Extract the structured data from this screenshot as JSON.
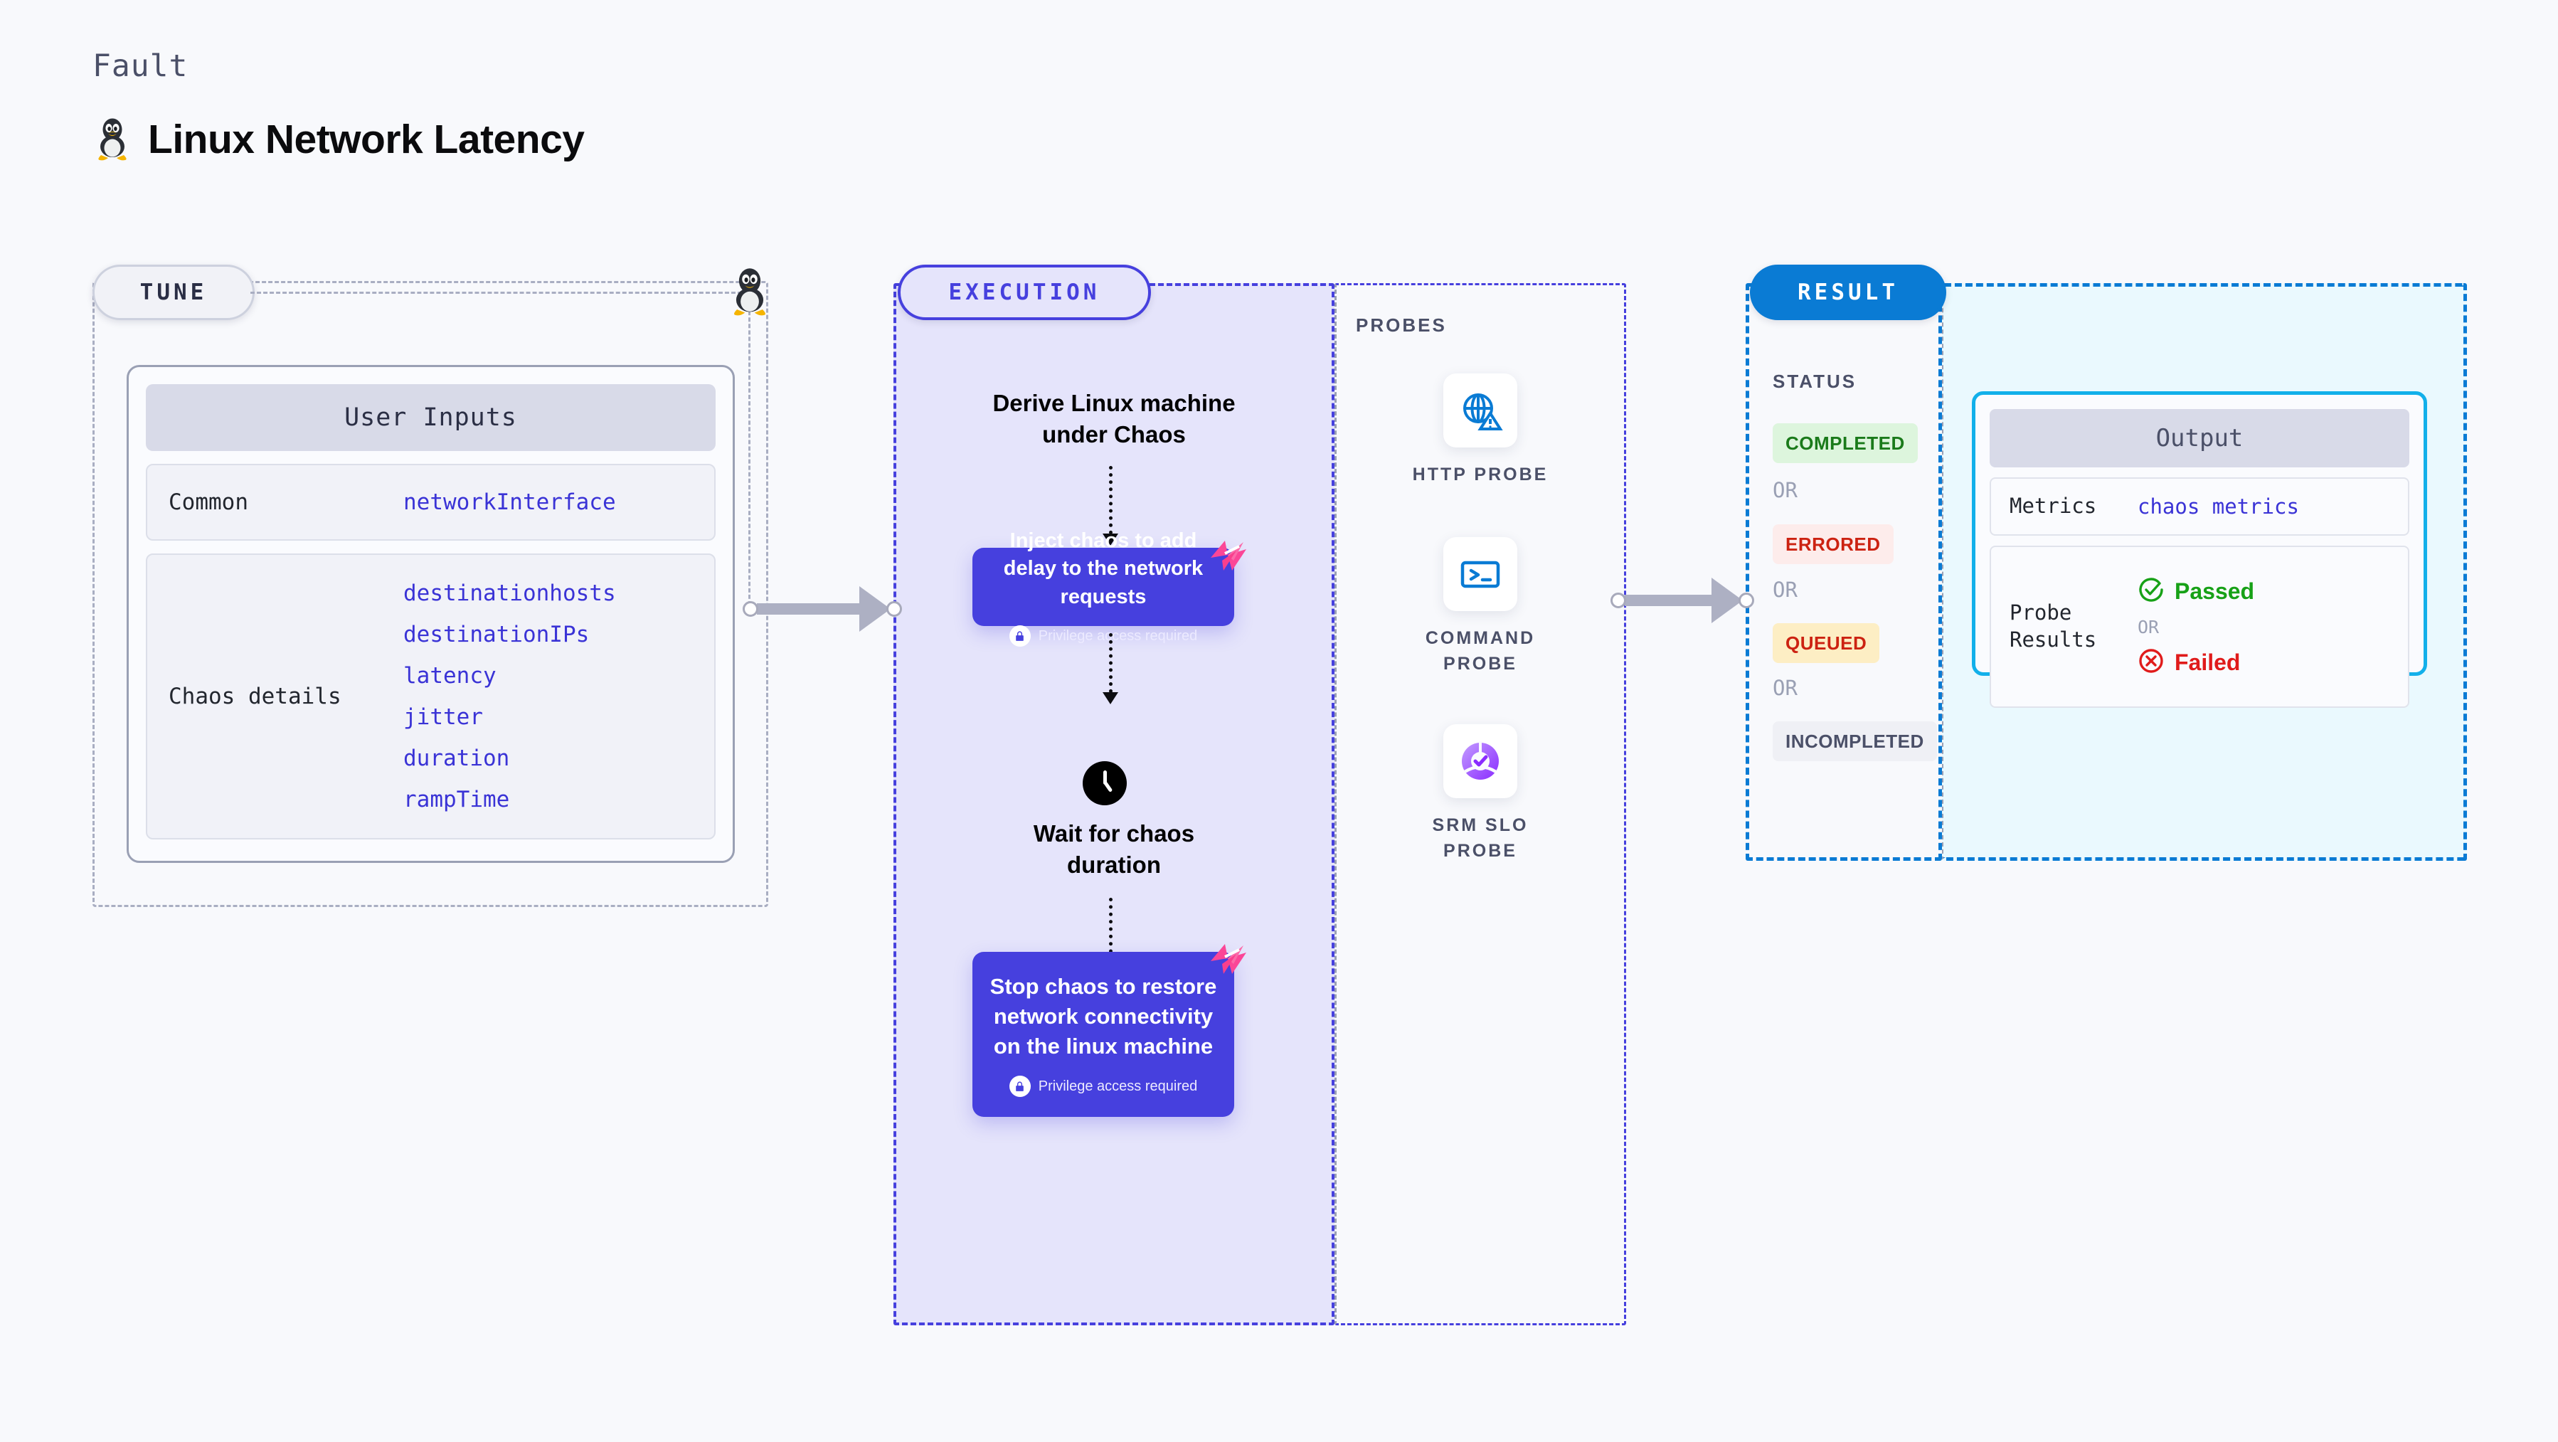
{
  "header": {
    "kicker": "Fault",
    "title": "Linux Network Latency",
    "icon": "linux-tux-icon"
  },
  "tune": {
    "pill_label": "TUNE",
    "card_title": "User Inputs",
    "rows": [
      {
        "key": "Common",
        "values": [
          "networkInterface"
        ]
      },
      {
        "key": "Chaos details",
        "values": [
          "destinationhosts",
          "destinationIPs",
          "latency",
          "jitter",
          "duration",
          "rampTime"
        ]
      }
    ]
  },
  "execution": {
    "pill_label": "EXECUTION",
    "steps": [
      {
        "type": "title",
        "label": "Derive Linux machine\nunder Chaos"
      },
      {
        "type": "chaos-box",
        "label": "Inject chaos to add delay to the network requests",
        "note": "Privilege access required",
        "badge": "harness-chaos-logo"
      },
      {
        "type": "clock",
        "label": "Wait for chaos\nduration",
        "icon": "clock-icon"
      },
      {
        "type": "chaos-box",
        "label": "Stop chaos to restore network connectivity on the linux machine",
        "note": "Privilege access required",
        "badge": "harness-chaos-logo"
      }
    ]
  },
  "probes": {
    "section_label": "PROBES",
    "items": [
      {
        "label": "HTTP  PROBE",
        "icon": "globe-warning-icon"
      },
      {
        "label": "COMMAND\nPROBE",
        "icon": "terminal-prompt-icon"
      },
      {
        "label": "SRM  SLO\nPROBE",
        "icon": "srm-slo-donut-check-icon"
      }
    ]
  },
  "result": {
    "pill_label": "RESULT",
    "status_label": "STATUS",
    "or_label": "OR",
    "statuses": [
      {
        "label": "COMPLETED",
        "bg": "#ddf5dd",
        "fg": "#1a7a1a"
      },
      {
        "label": "ERRORED",
        "bg": "#fdeceb",
        "fg": "#cc2211"
      },
      {
        "label": "QUEUED",
        "bg": "#fdeec4",
        "fg": "#cc2211"
      },
      {
        "label": "INCOMPLETED",
        "bg": "#eff0f5",
        "fg": "#4b5068"
      }
    ],
    "output": {
      "title": "Output",
      "metrics_key": "Metrics",
      "metrics_value": "chaos metrics",
      "probe_results_key": "Probe\nResults",
      "passed_label": "Passed",
      "failed_label": "Failed",
      "or_label": "OR",
      "passed_icon": "check-circle-icon",
      "failed_icon": "x-circle-icon"
    }
  },
  "colors": {
    "background": "#f8f9fc",
    "execution_accent": "#4640de",
    "execution_fill": "#e5e4fb",
    "result_accent": "#0a7bd4",
    "result_fill": "#eaf9fe",
    "output_border": "#12b0ea",
    "mono_value": "#3a33d6",
    "tune_border": "#a9aec2",
    "harness_pink": "#fb4697",
    "passed_green": "#17a117",
    "failed_red": "#e01b1b",
    "probe_blue": "#0a7bd4",
    "srm_purple": "#9b4dff"
  }
}
